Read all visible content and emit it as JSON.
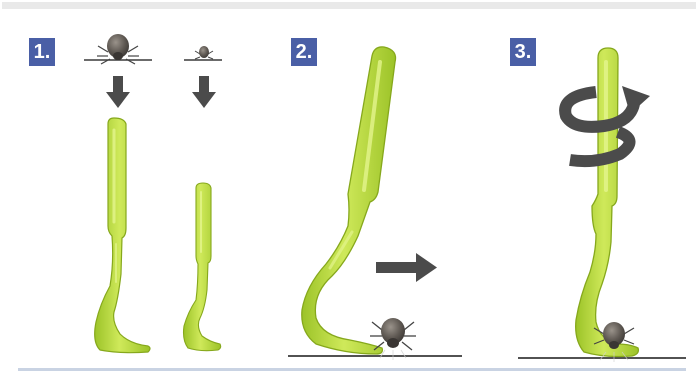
{
  "steps": [
    {
      "label": "1."
    },
    {
      "label": "2."
    },
    {
      "label": "3."
    }
  ],
  "colors": {
    "badge": "#4a5fa6",
    "hook": "#b5d93a",
    "hook_dark": "#8fb51f",
    "hook_light": "#d6ef6a",
    "tick": "#5b5550",
    "arrow": "#4b4b4b"
  },
  "icons": {
    "down_arrow": "arrow-down-icon",
    "right_arrow": "arrow-right-icon",
    "rotate_arrow": "rotate-arrow-icon",
    "tick": "tick-icon"
  }
}
